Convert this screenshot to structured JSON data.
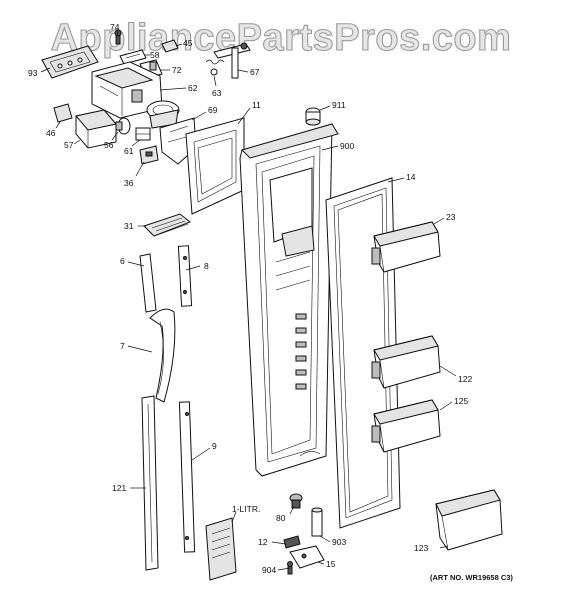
{
  "watermark": "AppliancePartsPros.com",
  "art_number": "(ART NO. WR19658 C3)",
  "callouts": {
    "c74": "74",
    "c93": "93",
    "c58": "58",
    "c45": "45",
    "c72": "72",
    "c67": "67",
    "c63": "63",
    "c62": "62",
    "c46": "46",
    "c57": "57",
    "c56": "56",
    "c61": "61",
    "c69": "69",
    "c36": "36",
    "c11": "11",
    "c911": "911",
    "c900": "900",
    "c14": "14",
    "c23": "23",
    "c31": "31",
    "c6": "6",
    "c8": "8",
    "c7": "7",
    "c122": "122",
    "c125": "125",
    "c9": "9",
    "c121": "121",
    "c1litr": "1-LITR.",
    "c80": "80",
    "c903": "903",
    "c12": "12",
    "c123": "123",
    "c904": "904",
    "c15": "15"
  }
}
